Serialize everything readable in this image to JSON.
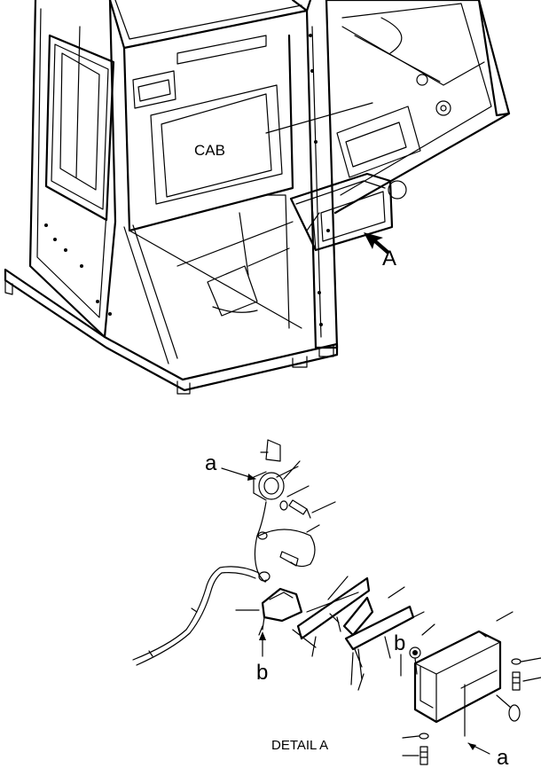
{
  "labels": {
    "cab": "CAB",
    "view_a": "A",
    "ref_a_top": "a",
    "ref_b_left": "b",
    "ref_b_mid": "b",
    "ref_a_bottom": "a",
    "detail": "DETAIL  A"
  }
}
